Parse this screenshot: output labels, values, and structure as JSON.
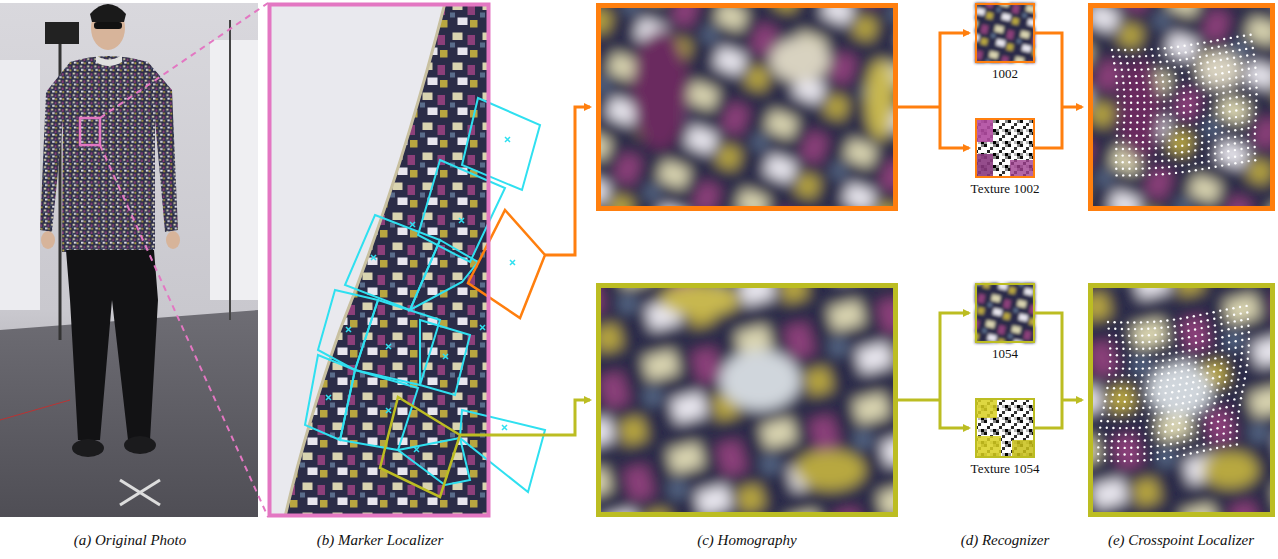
{
  "diagram": {
    "nodes": [
      {
        "text": [
          "1002"
        ]
      },
      {
        "text": [
          "Texture 1002"
        ]
      },
      {
        "text": [
          "1054"
        ]
      },
      {
        "text": [
          "Texture 1054"
        ]
      }
    ],
    "labels": [
      "(a) Original Photo",
      "(b) Marker Localizer",
      "(c) Homography",
      "(d) Recognizer",
      "(e) Crosspoint Localizer"
    ]
  }
}
